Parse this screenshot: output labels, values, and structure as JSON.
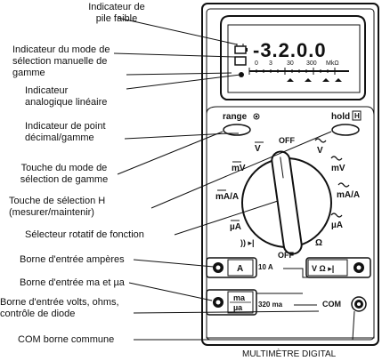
{
  "labels": {
    "low_battery": "Indicateur de pile faible",
    "range_mode_indicator": "Indicateur du mode de sélection manuelle de gamme",
    "analog_indicator": "Indicateur analogique linéaire",
    "decimal_point_indicator": "Indicateur de point décimal/gamme",
    "range_mode_key": "Touche du mode de sélection de gamme",
    "hold_key": "Touche de sélection H (mesurer/maintenir)",
    "rotary_selector": "Sélecteur rotatif de fonction",
    "amp_terminal": "Borne d'entrée ampères",
    "ma_terminal": "Borne d'entrée ma et µa",
    "volt_terminal": "Borne d'entrée volts, ohms, contrôle de diode",
    "com_terminal": "COM borne commune",
    "caption": "MULTIMÈTRE DIGITAL"
  },
  "display": {
    "digits": "-3.2.0.0",
    "scale": [
      "0",
      "3",
      "30",
      "300",
      "MkΩ"
    ]
  },
  "panel": {
    "range_button": "range",
    "hold_button": "hold",
    "hold_symbol": "H"
  },
  "dial": {
    "off_top": "OFF",
    "off_bottom": "OFF",
    "v_dc": "V",
    "mv_dc": "mV",
    "ma_dc": "mA/A",
    "ua_dc": "µA",
    "v_ac": "V",
    "mv_ac": "mV",
    "ma_ac": "mA/A",
    "ua_ac": "µA",
    "diode_sound": ")) ▸|",
    "ohm": "Ω"
  },
  "terminals": {
    "a": "A",
    "a_rating": "10 A",
    "ma": "ma",
    "ua": "µa",
    "ma_rating": "320 ma",
    "volt": "V Ω ▸|",
    "com": "COM"
  }
}
